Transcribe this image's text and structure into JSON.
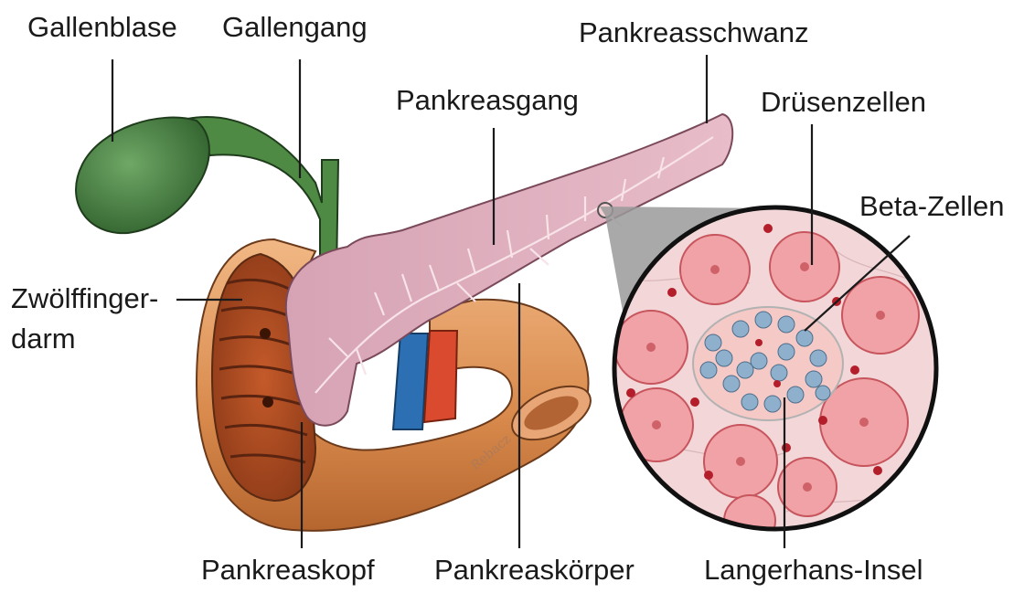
{
  "labels": {
    "gallbladder": "Gallenblase",
    "bile_duct": "Gallengang",
    "pancreatic_tail": "Pankreasschwanz",
    "pancreatic_duct": "Pankreasgang",
    "acinar_cells": "Drüsenzellen",
    "beta_cells": "Beta-Zellen",
    "duodenum_line1": "Zwölffinger-",
    "duodenum_line2": "darm",
    "pancreatic_head": "Pankreaskopf",
    "pancreatic_body": "Pankreaskörper",
    "islet": "Langerhans-Insel"
  },
  "signature": "Rebacz",
  "colors": {
    "gallbladder": "#4f8a45",
    "duodenum": "#d98a4c",
    "pancreas": "#e7b9c6",
    "vein": "#2c6fb3",
    "artery": "#d94a2e",
    "acini": "#f1a2a6",
    "beta_cells": "#8fb0cc",
    "leader_line": "#1a1a1a"
  }
}
